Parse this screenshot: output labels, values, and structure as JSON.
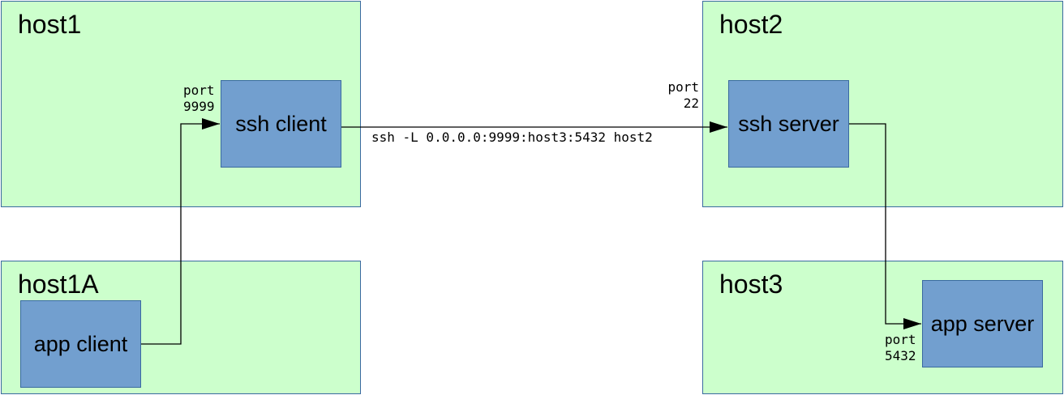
{
  "hosts": {
    "host1": "host1",
    "host1a": "host1A",
    "host2": "host2",
    "host3": "host3"
  },
  "nodes": {
    "ssh_client": "ssh client",
    "ssh_server": "ssh server",
    "app_client": "app client",
    "app_server": "app server"
  },
  "ports": {
    "host1": {
      "label": "port",
      "number": "9999"
    },
    "host2": {
      "label": "port",
      "number": "22"
    },
    "host3": {
      "label": "port",
      "number": "5432"
    }
  },
  "connection": {
    "command": "ssh -L 0.0.0.0:9999:host3:5432 host2"
  },
  "colors": {
    "host_fill": "#ccffcc",
    "node_fill": "#729fcf",
    "border": "#3a6aa0",
    "line": "#000000"
  }
}
